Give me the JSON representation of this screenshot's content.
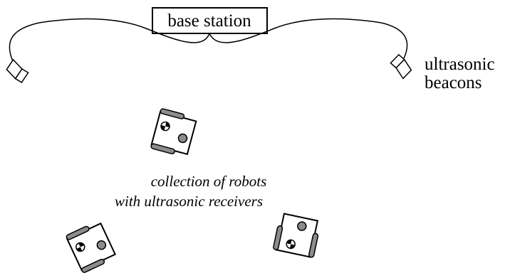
{
  "base_station": {
    "label": "base station"
  },
  "beacons": {
    "label_line1": "ultrasonic",
    "label_line2": "beacons"
  },
  "robots": {
    "caption_line1": "collection of robots",
    "caption_line2": "with ultrasonic receivers"
  },
  "colors": {
    "ink": "#000000",
    "wheel": "#8c8c8c",
    "background": "#ffffff"
  },
  "icons": {
    "beacon": "speaker-icon",
    "robot": "wheeled-robot-icon"
  }
}
